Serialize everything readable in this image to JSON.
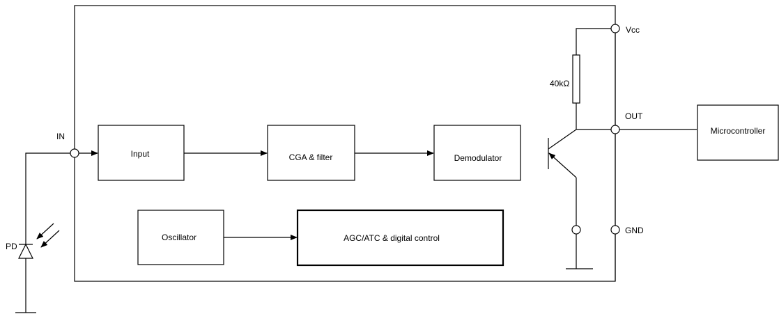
{
  "blocks": {
    "input": "Input",
    "cga_filter": "CGA & filter",
    "demodulator": "Demodulator",
    "oscillator": "Oscillator",
    "agc": "AGC/ATC & digital control",
    "microcontroller": "Microcontroller"
  },
  "pins": {
    "in": "IN",
    "vcc": "Vcc",
    "out": "OUT",
    "gnd": "GND"
  },
  "components": {
    "photodiode": "PD",
    "resistor": "40kΩ"
  }
}
